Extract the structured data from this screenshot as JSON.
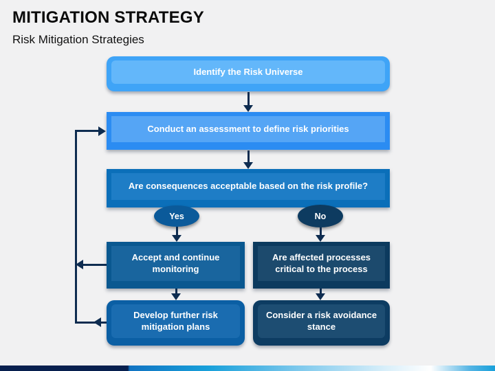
{
  "slide": {
    "title": "MITIGATION STRATEGY",
    "subtitle": "Risk Mitigation Strategies"
  },
  "flowchart": {
    "nodes": {
      "identify": {
        "label": "Identify the Risk Universe"
      },
      "assess": {
        "label": "Conduct an assessment to define risk priorities"
      },
      "consequences": {
        "label": "Are consequences acceptable based on the risk profile?"
      },
      "yes": {
        "label": "Yes"
      },
      "no": {
        "label": "No"
      },
      "accept": {
        "label": "Accept and continue monitoring"
      },
      "affected": {
        "label": "Are affected processes critical to the process"
      },
      "develop": {
        "label": "Develop further risk mitigation plans"
      },
      "consider": {
        "label": "Consider a risk avoidance stance"
      }
    },
    "edges": [
      "identify -> assess",
      "assess -> consequences",
      "consequences -> yes",
      "consequences -> no",
      "yes -> accept",
      "no -> affected",
      "accept -> develop",
      "affected -> consider",
      "accept -> assess (feedback loop left)",
      "develop -> assess (feedback loop left)"
    ]
  },
  "colors": {
    "bg": "#F1F1F2",
    "box1_outer": "#3FA4F7",
    "box1_inner": "#63B7FA",
    "box2_outer": "#2B8CF2",
    "box2_inner": "#55A5F5",
    "box3_outer": "#0B6FB9",
    "box3_inner": "#1E7DC6",
    "yes_fill": "#0B5A9A",
    "no_fill": "#0D3B60",
    "accept_outer": "#0A5890",
    "accept_inner": "#19659E",
    "affected_outer": "#0C3A5E",
    "affected_inner": "#1C4A6D",
    "develop_outer": "#0B5FA4",
    "develop_inner": "#1A6CB0",
    "consider_outer": "#0D3C62",
    "consider_inner": "#1D4D72",
    "arrow": "#0E2C50",
    "bar_navy": "#071F4E",
    "bar_blue": "#1173C2",
    "bar_cyan": "#18A0DA"
  }
}
